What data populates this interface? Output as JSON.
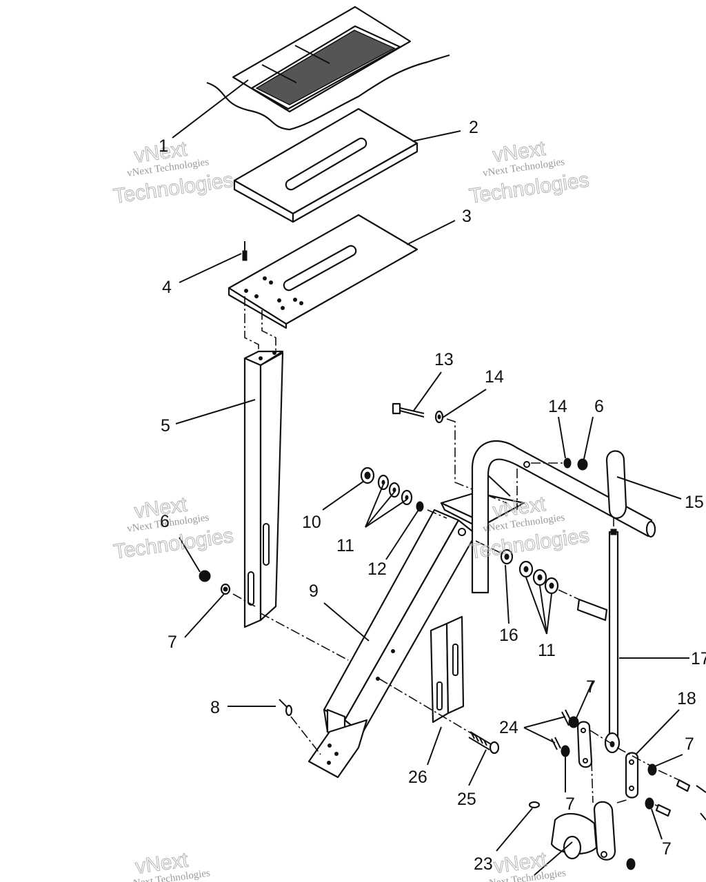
{
  "callouts": [
    {
      "id": "c1",
      "text": "1"
    },
    {
      "id": "c2",
      "text": "2"
    },
    {
      "id": "c3",
      "text": "3"
    },
    {
      "id": "c4",
      "text": "4"
    },
    {
      "id": "c5",
      "text": "5"
    },
    {
      "id": "c6a",
      "text": "6"
    },
    {
      "id": "c7a",
      "text": "7"
    },
    {
      "id": "c8",
      "text": "8"
    },
    {
      "id": "c9",
      "text": "9"
    },
    {
      "id": "c10",
      "text": "10"
    },
    {
      "id": "c11a",
      "text": "11"
    },
    {
      "id": "c12",
      "text": "12"
    },
    {
      "id": "c13",
      "text": "13"
    },
    {
      "id": "c14a",
      "text": "14"
    },
    {
      "id": "c14b",
      "text": "14"
    },
    {
      "id": "c6b",
      "text": "6"
    },
    {
      "id": "c15",
      "text": "15"
    },
    {
      "id": "c16",
      "text": "16"
    },
    {
      "id": "c11b",
      "text": "11"
    },
    {
      "id": "c17",
      "text": "17"
    },
    {
      "id": "c18",
      "text": "18"
    },
    {
      "id": "c7b",
      "text": "7"
    },
    {
      "id": "c24",
      "text": "24"
    },
    {
      "id": "c7c",
      "text": "7"
    },
    {
      "id": "c7d",
      "text": "7"
    },
    {
      "id": "c7e",
      "text": "7"
    },
    {
      "id": "c26",
      "text": "26"
    },
    {
      "id": "c25",
      "text": "25"
    },
    {
      "id": "c23",
      "text": "23"
    }
  ],
  "watermark": {
    "line1": "vNext",
    "line2": "vNext Technologies",
    "line3": "Technologies"
  }
}
